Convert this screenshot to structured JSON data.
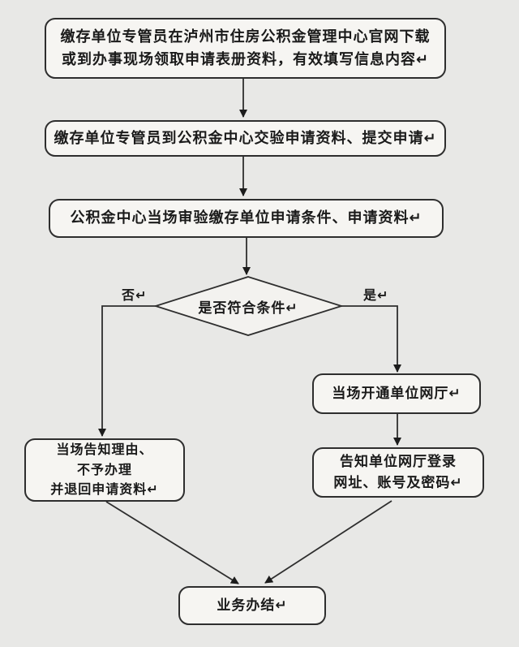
{
  "palette": {
    "background": "#e8e8e6",
    "node_fill": "#f6f5f2",
    "line_color": "#2e2e2e",
    "text_color": "#1a1a1a"
  },
  "flowchart": {
    "nodes": {
      "prepare": {
        "lines": [
          "缴存单位专管员在泸州市住房公积金管理中心官网下载",
          "或到办事现场领取申请表册资料，有效填写信息内容↵"
        ]
      },
      "submit": {
        "label": "缴存单位专管员到公积金中心交验申请资料、提交申请↵"
      },
      "review": {
        "label": "公积金中心当场审验缴存单位申请条件、申请资料↵"
      },
      "decision": {
        "label": "是否符合条件↵"
      },
      "branch_no": {
        "label": "否↵"
      },
      "branch_yes": {
        "label": "是↵"
      },
      "reject": {
        "lines": [
          "当场告知理由、",
          "不予办理",
          "并退回申请资料↵"
        ]
      },
      "open_hall": {
        "label": "当场开通单位网厅↵"
      },
      "inform_login": {
        "lines": [
          "告知单位网厅登录",
          "网址、账号及密码↵"
        ]
      },
      "finish": {
        "label": "业务办结↵"
      }
    }
  }
}
